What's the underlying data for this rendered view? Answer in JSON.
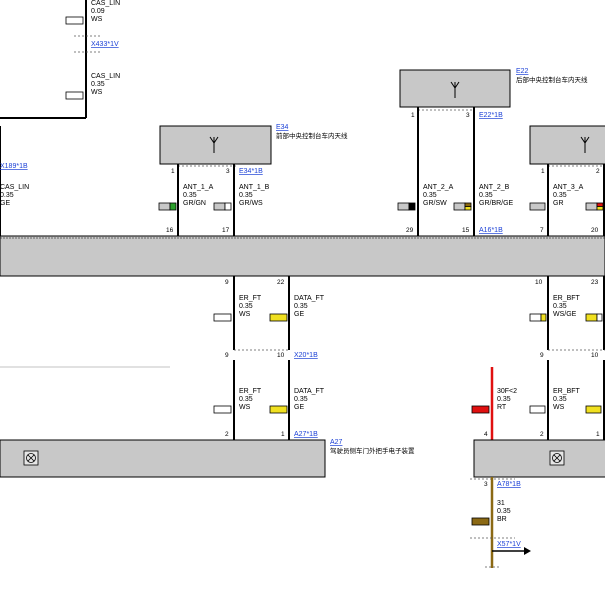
{
  "top_wire": {
    "signal": "CAS_LIN",
    "size": "0.09",
    "color_code": "WS"
  },
  "conn_x433": "X433*1V",
  "mid_wire": {
    "signal": "CAS_LIN",
    "size": "0.35",
    "color_code": "WS"
  },
  "e22": {
    "id": "E22",
    "desc": "后部中央控制台车内天线",
    "conn": "E22*1B"
  },
  "e34": {
    "id": "E34",
    "desc": "前部中央控制台车内天线",
    "conn": "E34*1B"
  },
  "conn_x189": "X189*1B",
  "left_wire": {
    "signal": "CAS_LIN",
    "size": "0.35",
    "color_code": "GE"
  },
  "ant_wires": [
    {
      "signal": "ANT_1_A",
      "size": "0.35",
      "color_code": "GR/GN"
    },
    {
      "signal": "ANT_1_B",
      "size": "0.35",
      "color_code": "GR/WS"
    },
    {
      "signal": "ANT_2_A",
      "size": "0.35",
      "color_code": "GR/SW"
    },
    {
      "signal": "ANT_2_B",
      "size": "0.35",
      "color_code": "GR/BR/GE"
    },
    {
      "signal": "ANT_3_A",
      "size": "0.35",
      "color_code": "GR"
    }
  ],
  "conn_a16": "A16*1B",
  "pins_upper": {
    "p16": "16",
    "p17": "17",
    "p29": "29",
    "p15": "15",
    "p7": "7",
    "p20": "20"
  },
  "pins_under_bar": {
    "p9": "9",
    "p22": "22",
    "p10": "10",
    "p23": "23"
  },
  "mid_wires": [
    {
      "signal": "ER_FT",
      "size": "0.35",
      "color_code": "WS"
    },
    {
      "signal": "DATA_FT",
      "size": "0.35",
      "color_code": "GE"
    },
    {
      "signal": "ER_BFT",
      "size": "0.35",
      "color_code": "WS/GE"
    }
  ],
  "conn_x20": "X20*1B",
  "pins_x20": {
    "p9a": "9",
    "p10a": "10",
    "p9b": "9",
    "p10b": "10"
  },
  "lower_wires": [
    {
      "signal": "ER_FT",
      "size": "0.35",
      "color_code": "WS"
    },
    {
      "signal": "DATA_FT",
      "size": "0.35",
      "color_code": "GE"
    },
    {
      "signal": "30F<2",
      "size": "0.35",
      "color_code": "RT"
    },
    {
      "signal": "ER_BFT",
      "size": "0.35",
      "color_code": "WS"
    }
  ],
  "pins_lower": {
    "p2": "2",
    "p1": "1",
    "p4": "4",
    "p2b": "2",
    "p1b": "1"
  },
  "conn_a27": "A27*1B",
  "a27": {
    "id": "A27",
    "desc": "驾驶员侧车门外把手电子装置"
  },
  "conn_a78": "A78*1B",
  "pin_a78": "3",
  "bottom_wire": {
    "signal": "31",
    "size": "0.35",
    "color_code": "BR"
  },
  "conn_x57": "X57*1V",
  "colors": {
    "wire": "#000000",
    "box": "#c8c8c8",
    "red": "#e01010",
    "brown": "#8b6914",
    "link": "#1a3fd6",
    "gn": "#2aa02a",
    "ge": "#f0e020"
  },
  "icons": [
    "antenna-icon",
    "antenna-icon",
    "antenna-icon",
    "door-handle-icon",
    "door-handle-icon",
    "arrow-right-icon"
  ]
}
